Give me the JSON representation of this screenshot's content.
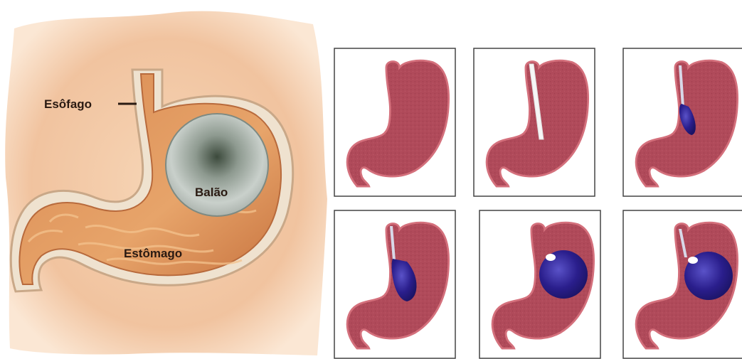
{
  "labels": {
    "esophagus": "Esôfago",
    "balloon": "Balão",
    "stomach": "Estômago"
  },
  "colors": {
    "stomach_fill": "#b04a5a",
    "stomach_edge": "#d4707c",
    "balloon_fill": "#2a1e8c",
    "catheter": "#e8e8f0",
    "illustration_bg": "#f2c8a4"
  },
  "panels": [
    {
      "step": 1,
      "catheter": false,
      "balloon_fill_level": 0
    },
    {
      "step": 2,
      "catheter": true,
      "balloon_fill_level": 0
    },
    {
      "step": 3,
      "catheter": true,
      "balloon_fill_level": 0.25
    },
    {
      "step": 4,
      "catheter": true,
      "balloon_fill_level": 0.45
    },
    {
      "step": 5,
      "catheter": false,
      "balloon_fill_level": 1
    },
    {
      "step": 6,
      "catheter": true,
      "balloon_fill_level": 1
    }
  ]
}
